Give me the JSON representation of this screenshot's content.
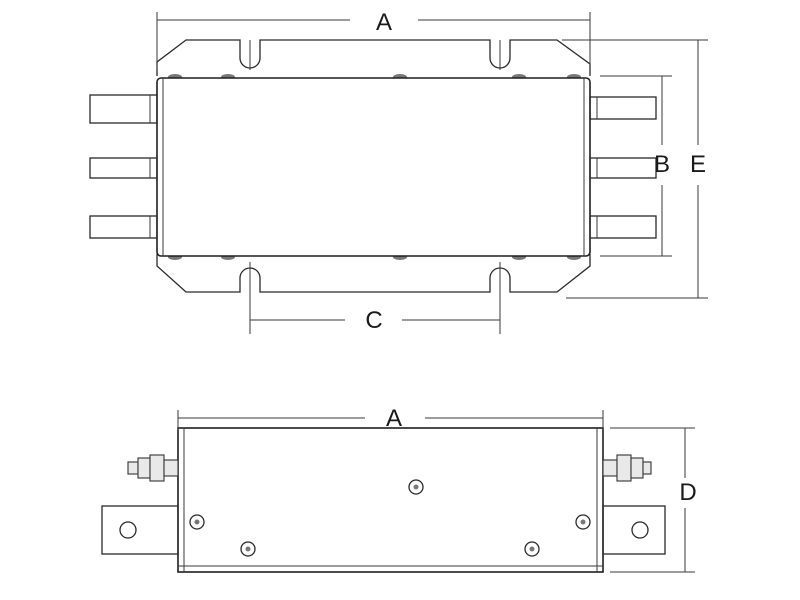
{
  "top_view": {
    "dim_a": "A",
    "dim_b": "B",
    "dim_c": "C",
    "dim_e": "E"
  },
  "side_view": {
    "dim_a": "A",
    "dim_d": "D"
  }
}
